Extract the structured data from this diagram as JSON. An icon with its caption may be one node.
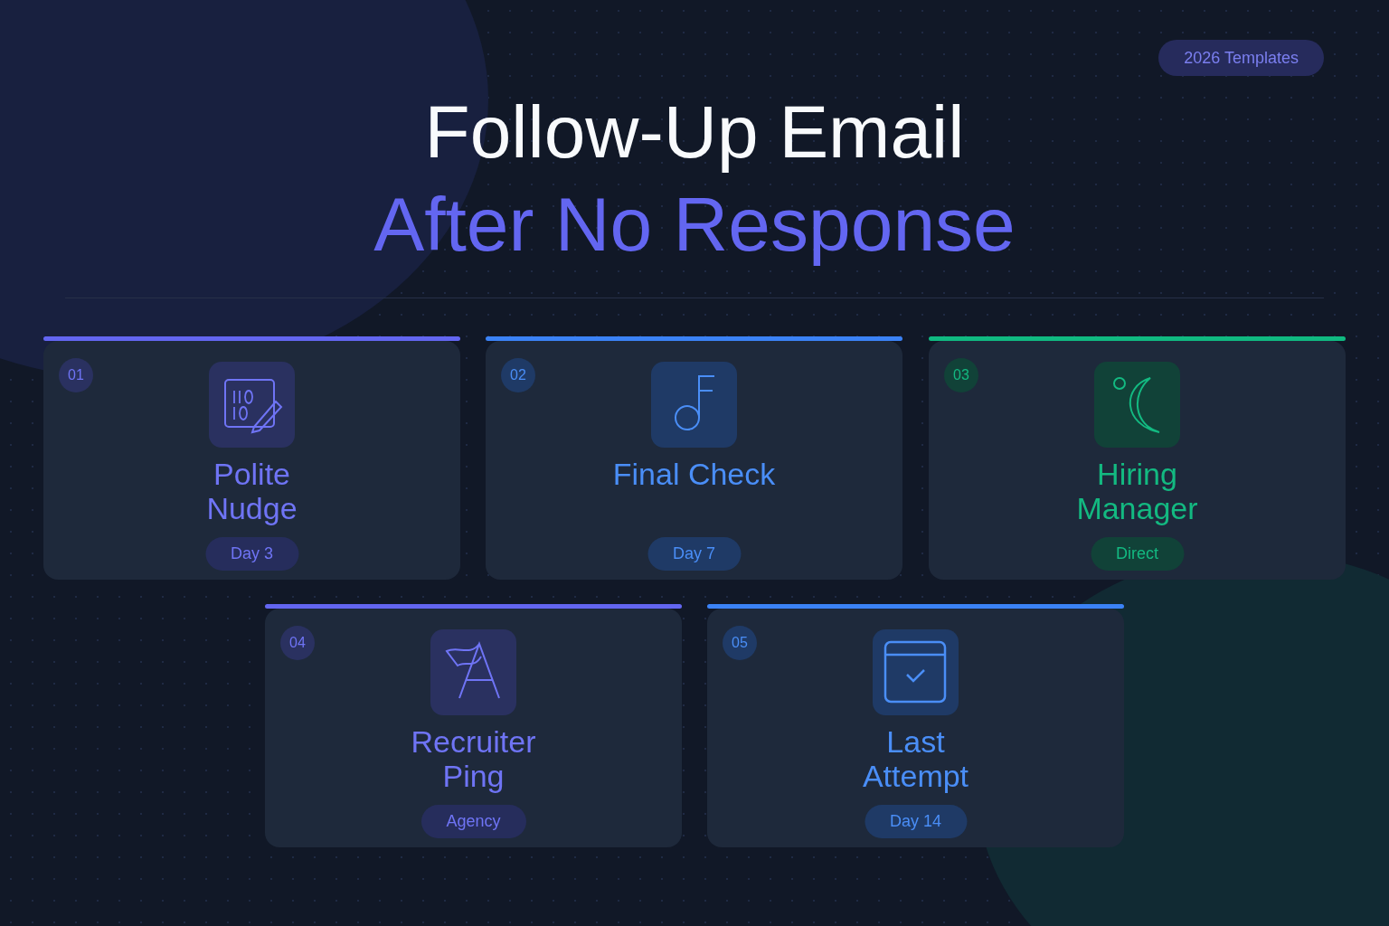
{
  "diagram": {
    "title": "Follow-Up Email",
    "nodes": [
      {
        "text": [
          "01",
          "Polite Nudge",
          "Day 3"
        ]
      },
      {
        "text": [
          "02",
          "Final Check",
          "Day 7"
        ]
      },
      {
        "text": [
          "03",
          "Hiring Manager",
          "Direct"
        ]
      },
      {
        "text": [
          "04",
          "Recruiter Ping",
          "Agency"
        ]
      },
      {
        "text": [
          "05",
          "Last Attempt",
          "Day 14"
        ]
      }
    ],
    "labels": [
      "2026 Templates",
      "After No Response"
    ]
  }
}
